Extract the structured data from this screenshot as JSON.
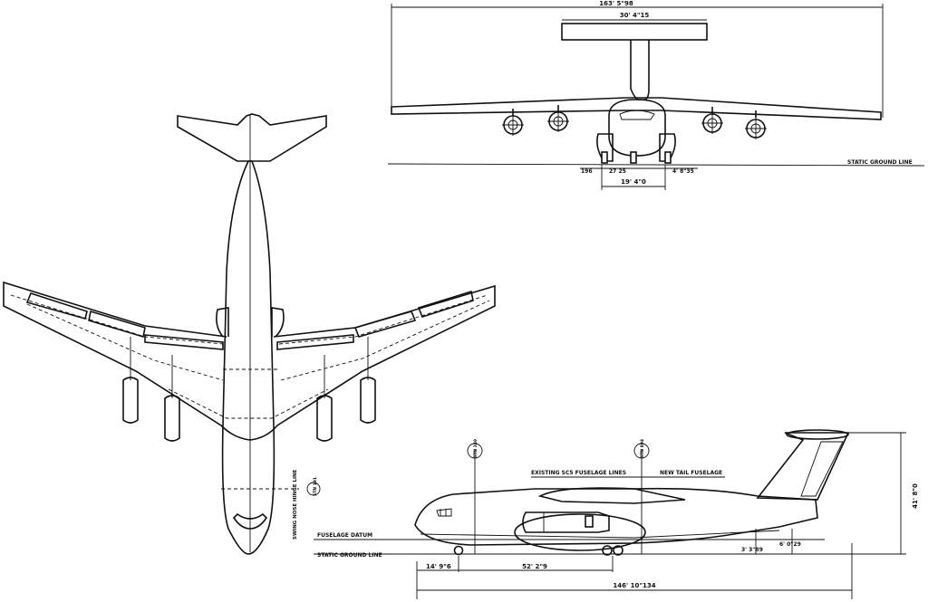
{
  "front_view": {
    "span": "163' 5\"98",
    "tail_span": "30' 4\"15",
    "ground_line": "STATIC GROUND LINE",
    "gear_track_outer": "19' 4\"0",
    "dim_a": "196",
    "dim_b": "27 25",
    "dim_c": "4' 8\"35"
  },
  "plan_view": {
    "hinge_line": "SWING NOSE HINGE LINE",
    "station": "STN 191"
  },
  "side_view": {
    "stn_forward": "STN 349",
    "stn_aft": "STN 894",
    "existing_fuselage": "EXISTING SC5 FUSELAGE LINES",
    "new_tail": "NEW TAIL FUSELAGE",
    "fuselage_datum": "FUSELAGE DATUM",
    "ground_line": "STATIC GROUND LINE",
    "height": "41' 8\"0",
    "dim_nose_gear": "14' 9\"6",
    "dim_wheelbase": "52' 2\"9",
    "dim_tail_1": "3' 3\"89",
    "dim_tail_2": "6' 0\"29",
    "overall_length": "146' 10\"134"
  },
  "colors": {
    "ink": "#111111",
    "paper": "#ffffff"
  }
}
